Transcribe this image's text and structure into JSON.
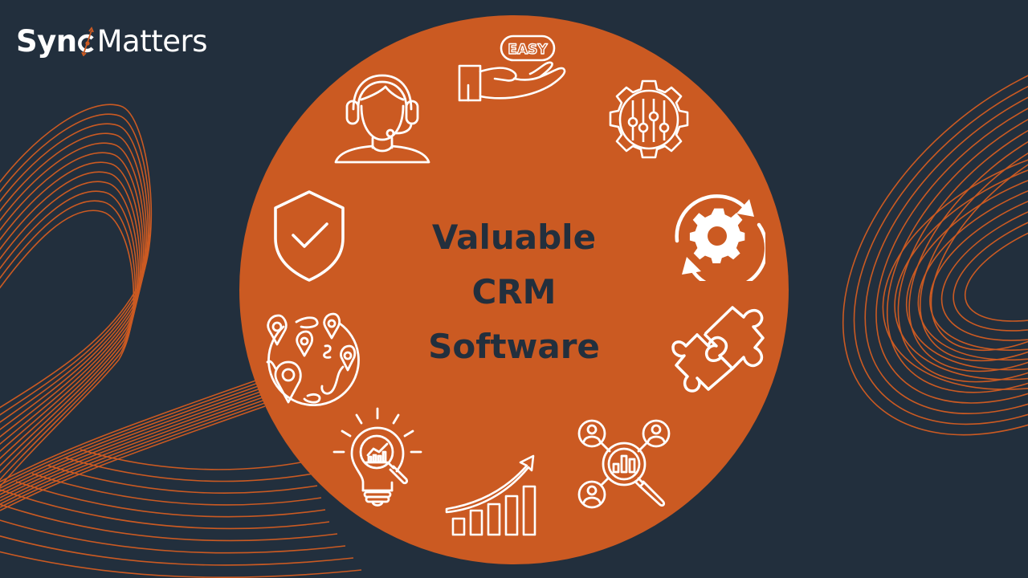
{
  "brand": {
    "name_part1": "Syn",
    "name_part2": "Matters",
    "full_name": "SyncMatters"
  },
  "headline": {
    "line1": "Valuable",
    "line2": "CRM",
    "line3": "Software"
  },
  "icons": [
    {
      "name": "easy-hand-icon",
      "label": "EASY"
    },
    {
      "name": "settings-gear-sliders-icon"
    },
    {
      "name": "gear-sync-icon"
    },
    {
      "name": "puzzle-pieces-icon"
    },
    {
      "name": "people-analytics-magnifier-icon"
    },
    {
      "name": "growth-bar-chart-icon"
    },
    {
      "name": "lightbulb-analytics-icon"
    },
    {
      "name": "globe-location-pins-icon"
    },
    {
      "name": "shield-check-icon"
    },
    {
      "name": "customer-support-headset-icon"
    }
  ],
  "colors": {
    "background": "#222f3d",
    "accent": "#cb5a22",
    "icon_stroke": "#ffffff",
    "title_text": "#222f3d"
  }
}
